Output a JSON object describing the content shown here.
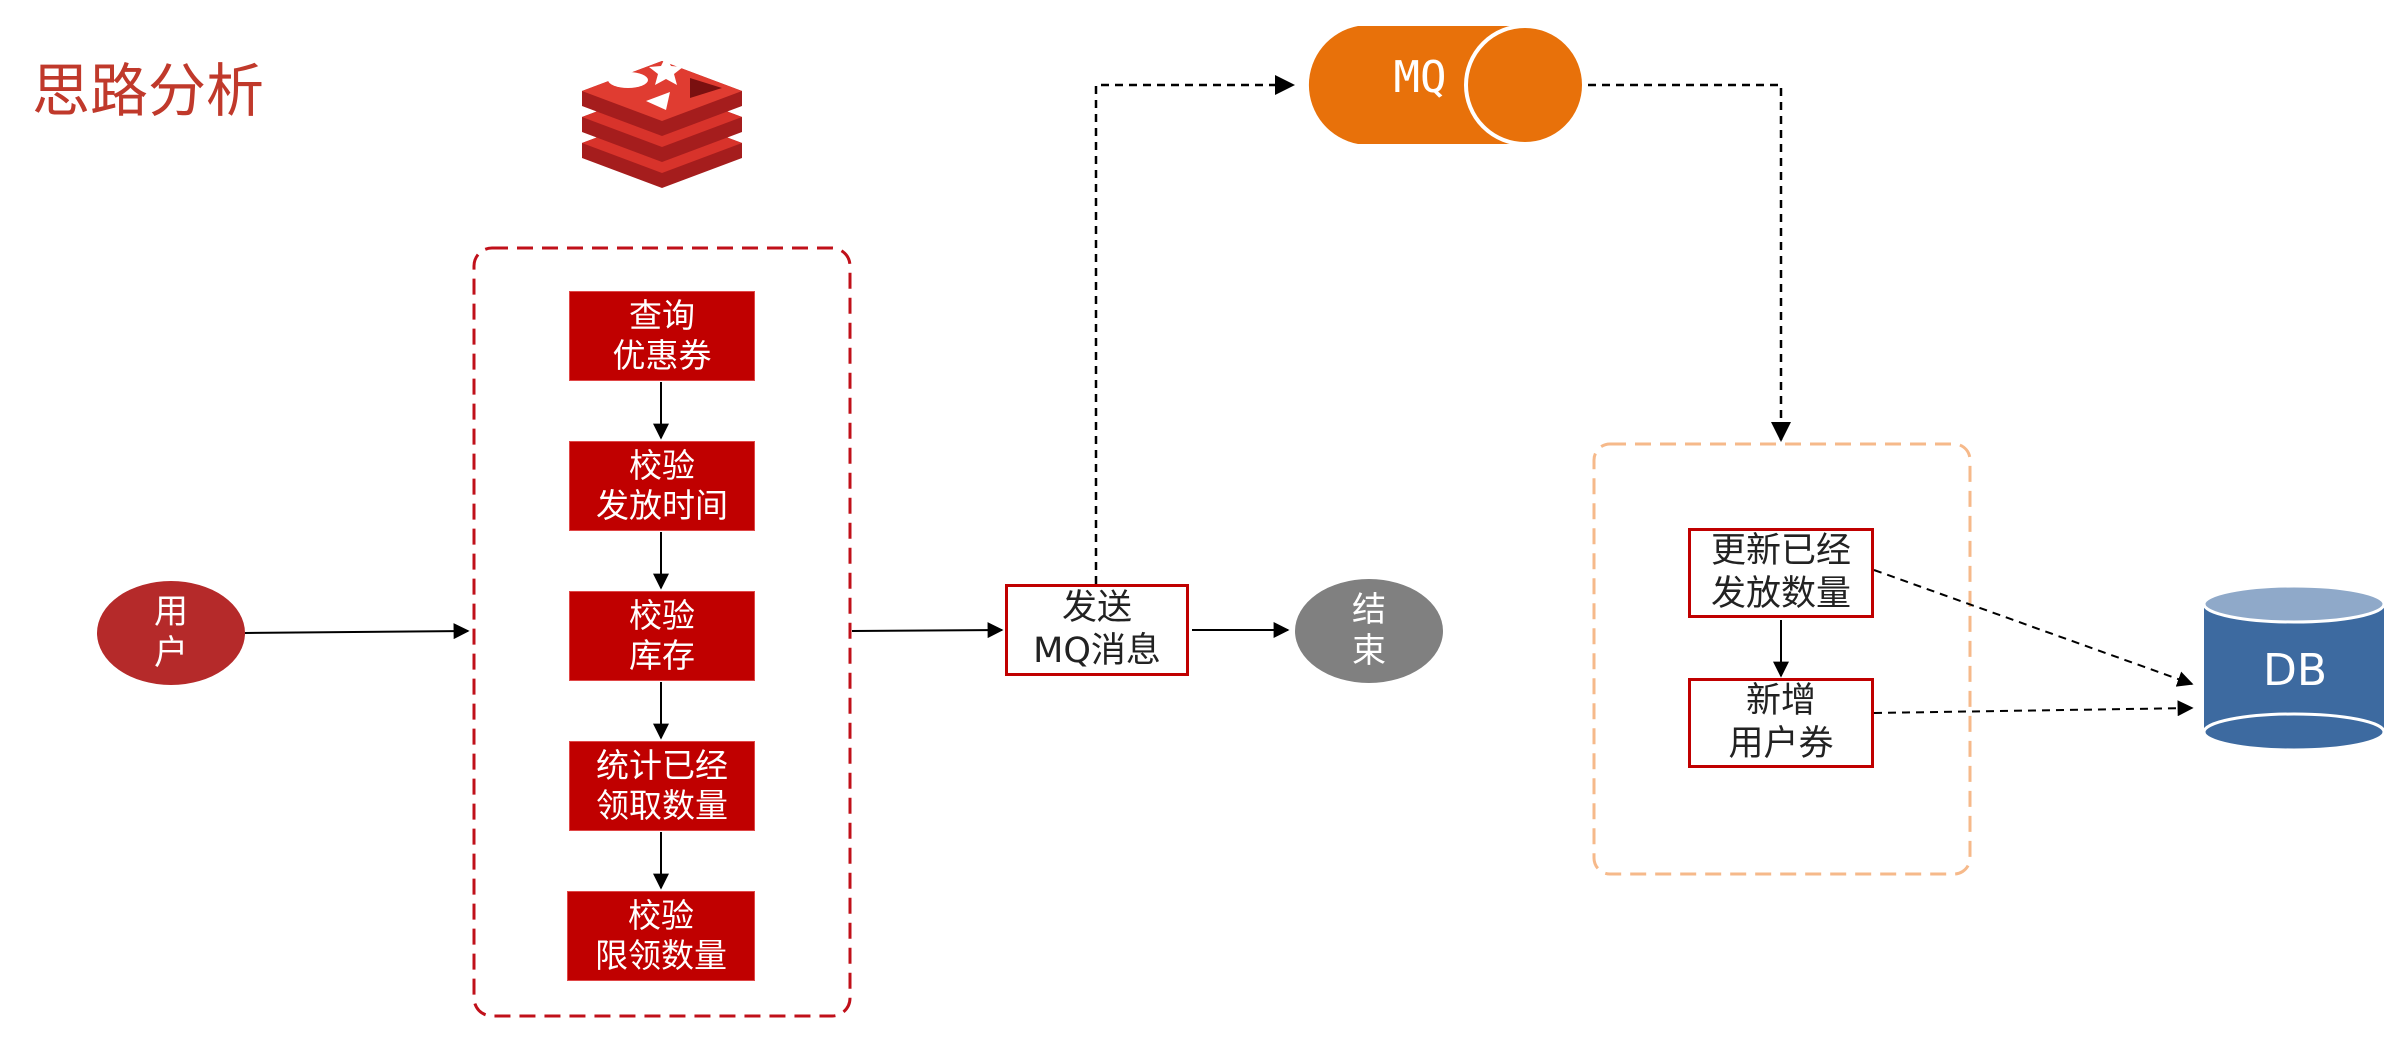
{
  "title": "思路分析",
  "user": [
    "用",
    "户"
  ],
  "end": [
    "结",
    "束"
  ],
  "send_mq": [
    "发送",
    "MQ消息"
  ],
  "mq": "MQ",
  "db": "DB",
  "steps": [
    [
      "查询",
      "优惠券"
    ],
    [
      "校验",
      "发放时间"
    ],
    [
      "校验",
      "库存"
    ],
    [
      "统计已经",
      "领取数量"
    ],
    [
      "校验",
      "限领数量"
    ]
  ],
  "consumer_steps": [
    [
      "更新已经",
      "发放数量"
    ],
    [
      "新增",
      "用户券"
    ]
  ],
  "colors": {
    "brand_red": "#c00000",
    "title_red": "#c0392b",
    "user_ellipse": "#b52a2a",
    "end_ellipse": "#808080",
    "mq_orange": "#e8710a",
    "db_blue": "#3d6aa0",
    "redis_border": "#c0101a",
    "consumer_border": "#f6b98a"
  },
  "icons": [
    "redis-logo-icon",
    "mq-cylinder-icon",
    "database-icon"
  ]
}
